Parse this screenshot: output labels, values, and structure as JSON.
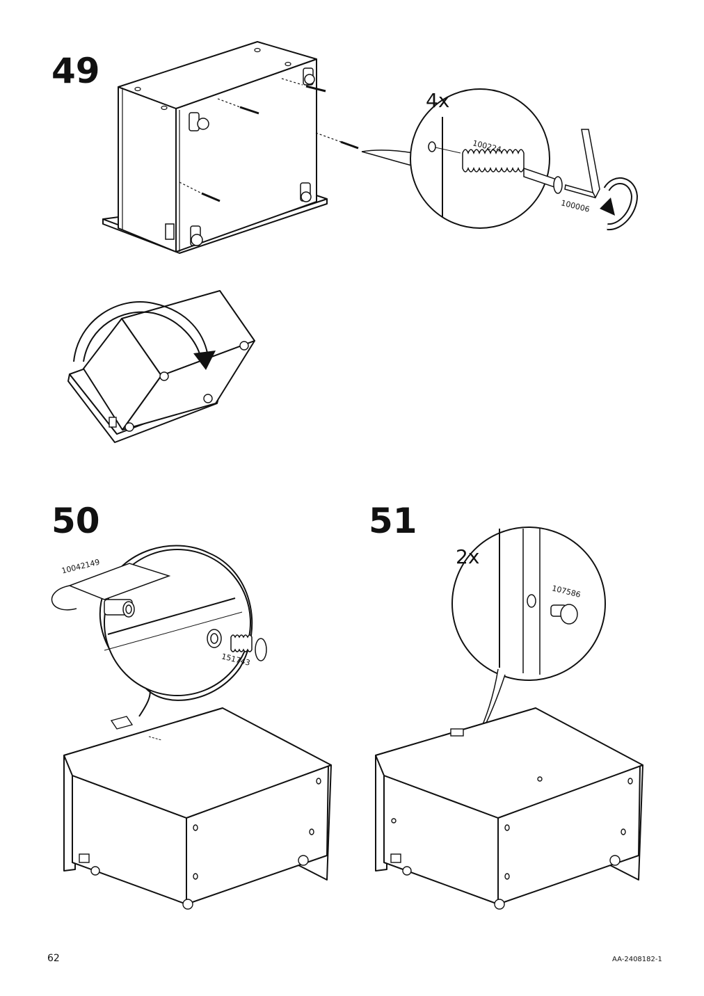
{
  "steps": {
    "s49": {
      "number": "49",
      "quantity": "4x",
      "parts": [
        "100224",
        "100006"
      ]
    },
    "s50": {
      "number": "50",
      "parts": [
        "10042149",
        "151743"
      ]
    },
    "s51": {
      "number": "51",
      "quantity": "2x",
      "parts": [
        "107586"
      ]
    }
  },
  "footer": {
    "page_number": "62",
    "doc_code": "AA-2408182-1"
  },
  "colors": {
    "ink": "#111111",
    "paper": "#ffffff"
  }
}
